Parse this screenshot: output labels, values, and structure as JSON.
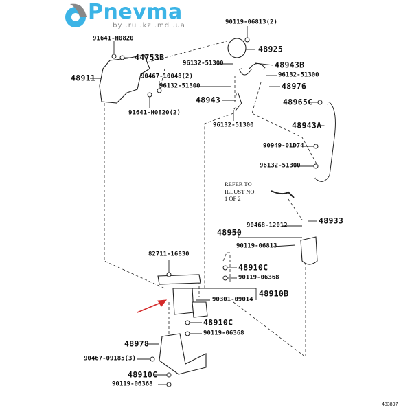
{
  "logo": {
    "name": "Pnevma",
    "domains": ".by .ru .kz .md .ua"
  },
  "labels": {
    "l01": "91641-H0820",
    "l02": "44753B",
    "l03": "48911",
    "l04": "90467-10048(2)",
    "l05": "91641-H0820(2)",
    "l06": "90119-06813(2)",
    "l07": "48925",
    "l08": "96132-51300",
    "l09": "48943B",
    "l10": "96132-51300",
    "l11": "96132-51300",
    "l12": "48976",
    "l13": "48943",
    "l14": "48965C",
    "l15": "96132-51300",
    "l16": "48943A",
    "l17": "90949-01D74",
    "l18": "96132-51300",
    "l19": "48933",
    "l20": "90468-12012",
    "l21": "48950",
    "l22": "90119-06813",
    "l23": "82711-16830",
    "l24": "48910C",
    "l25": "90119-06368",
    "l26": "48910B",
    "l27": "90301-09014",
    "l28": "48910C",
    "l29": "90119-06368",
    "l30": "48978",
    "l31": "90467-09185(3)",
    "l32": "48910C",
    "l33": "90119-06368"
  },
  "note": {
    "line1": "REFER TO",
    "line2": "ILLUST NO.",
    "line3": "1 OF 2"
  },
  "diagram_ref": "483897",
  "colors": {
    "brand": "#3cb4e6",
    "arrow": "#d42a2a"
  }
}
